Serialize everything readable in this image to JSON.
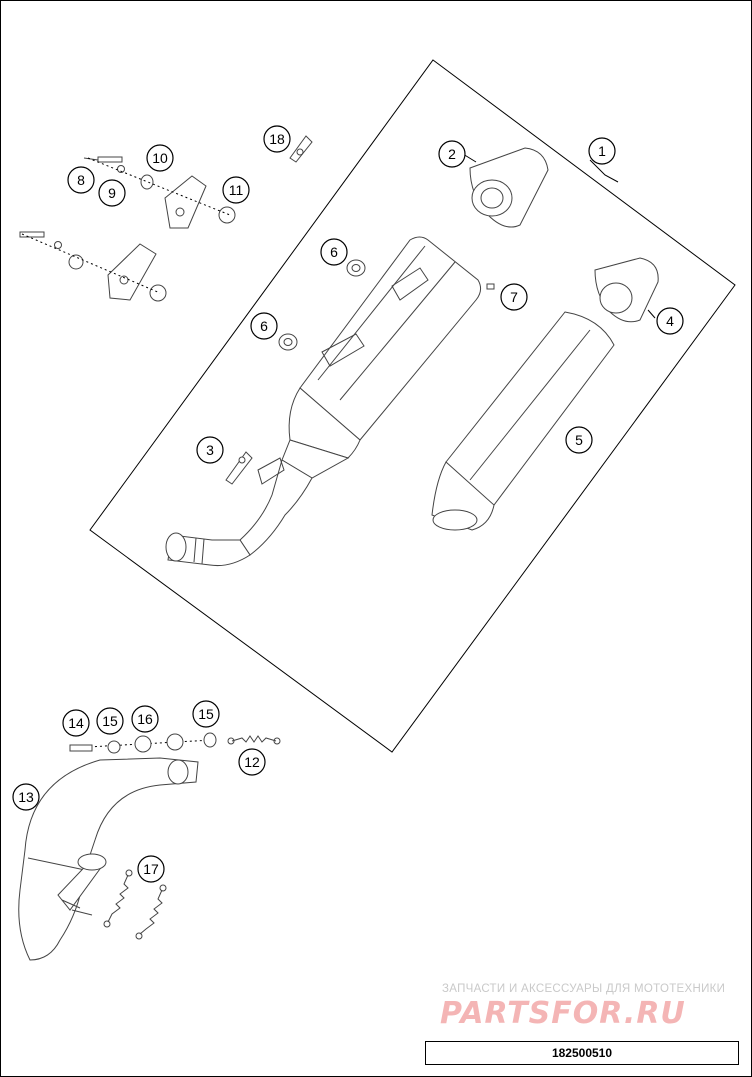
{
  "watermark": {
    "tagline": "ЗАПЧАСТИ И АКСЕССУАРЫ ДЛЯ МОТОТЕХНИКИ",
    "logo": "PARTSFOR.RU"
  },
  "drawing_number": "182500510",
  "callouts": [
    "1",
    "2",
    "3",
    "4",
    "5",
    "6",
    "6",
    "7",
    "8",
    "9",
    "10",
    "11",
    "12",
    "13",
    "14",
    "15",
    "16",
    "15",
    "17",
    "18"
  ]
}
